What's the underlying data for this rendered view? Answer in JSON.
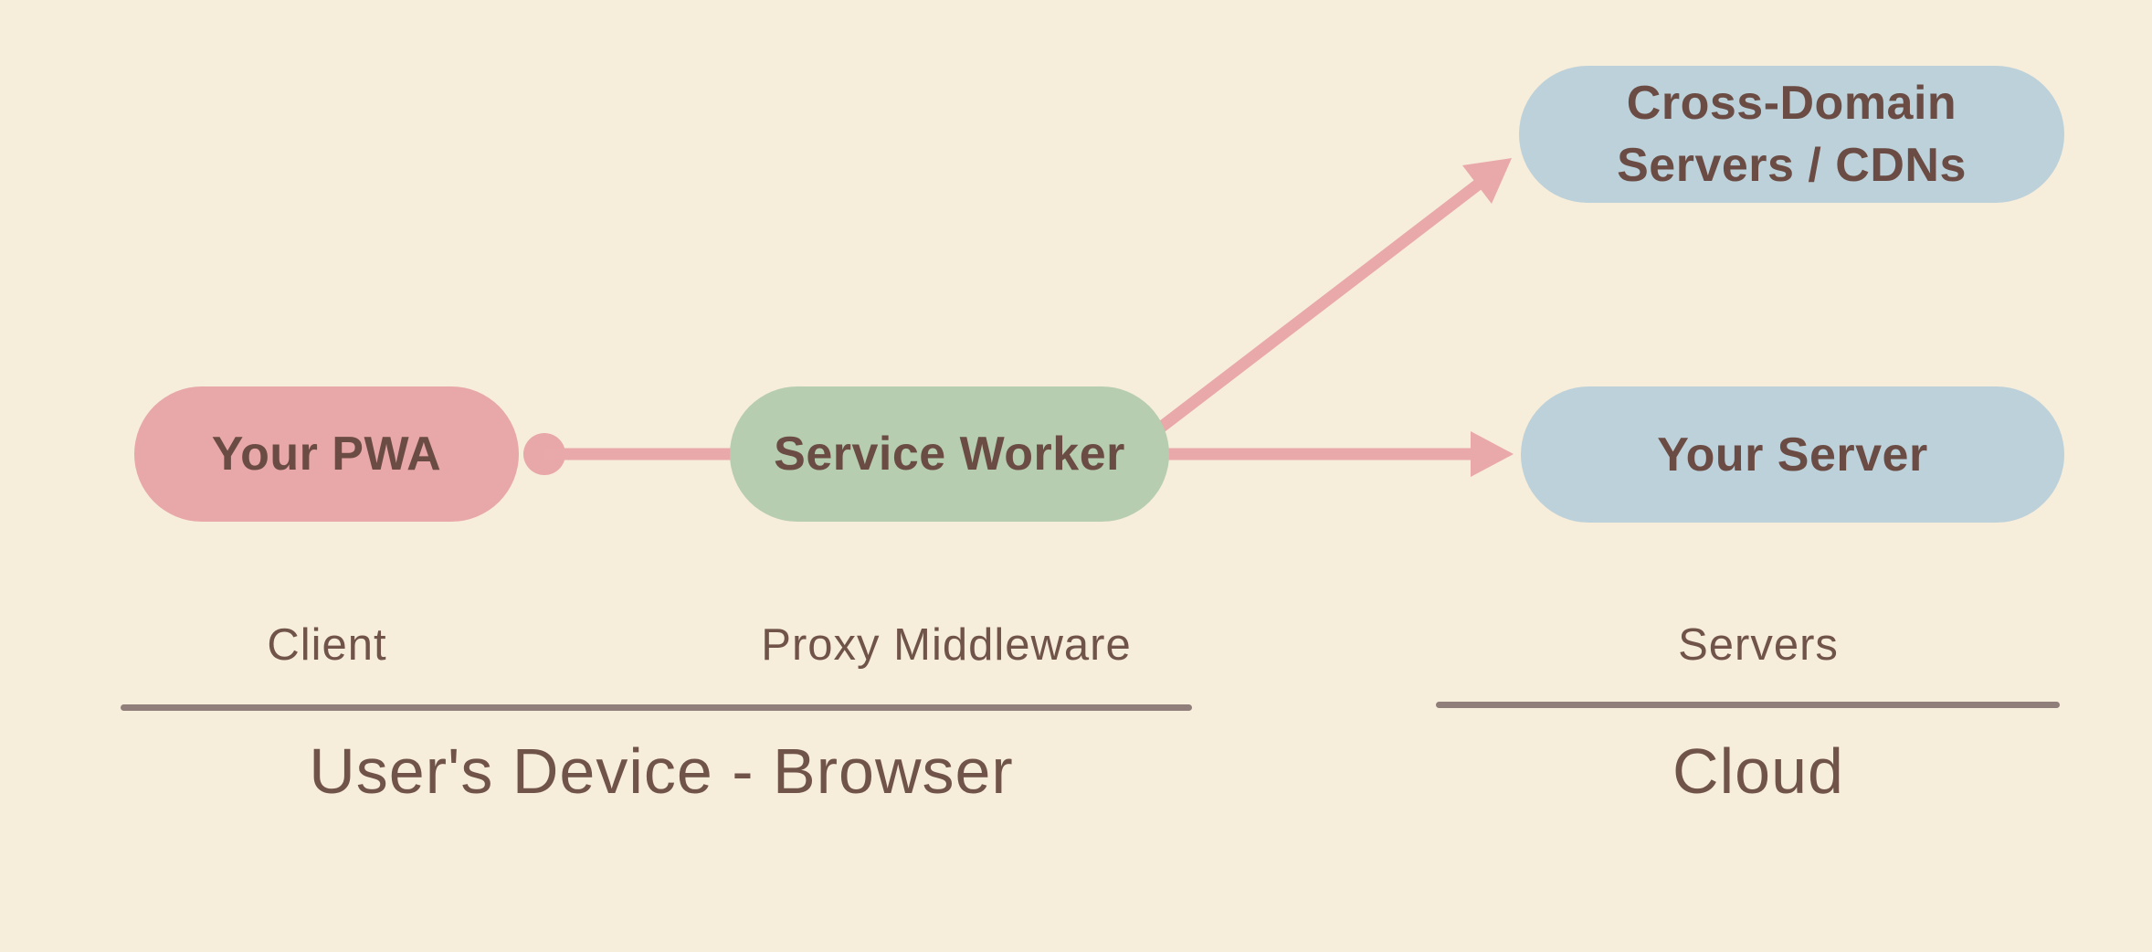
{
  "colors": {
    "background": "#f7eddb",
    "pill_pink": "#e8a7a8",
    "pill_green": "#b6cdaf",
    "pill_blue": "#bcd1d9",
    "arrow_pink": "#e9a8aa",
    "text_dark": "#6b4c44",
    "text_label": "#705349",
    "divider": "#8f7e79"
  },
  "nodes": {
    "pwa": {
      "label": "Your PWA"
    },
    "service_worker": {
      "label": "Service Worker"
    },
    "cdn": {
      "line1": "Cross-Domain",
      "line2": "Servers / CDNs"
    },
    "server": {
      "label": "Your Server"
    }
  },
  "column_labels": {
    "client": "Client",
    "proxy_middleware": "Proxy Middleware",
    "servers": "Servers"
  },
  "group_labels": {
    "users_device": "User's Device - Browser",
    "cloud": "Cloud"
  }
}
